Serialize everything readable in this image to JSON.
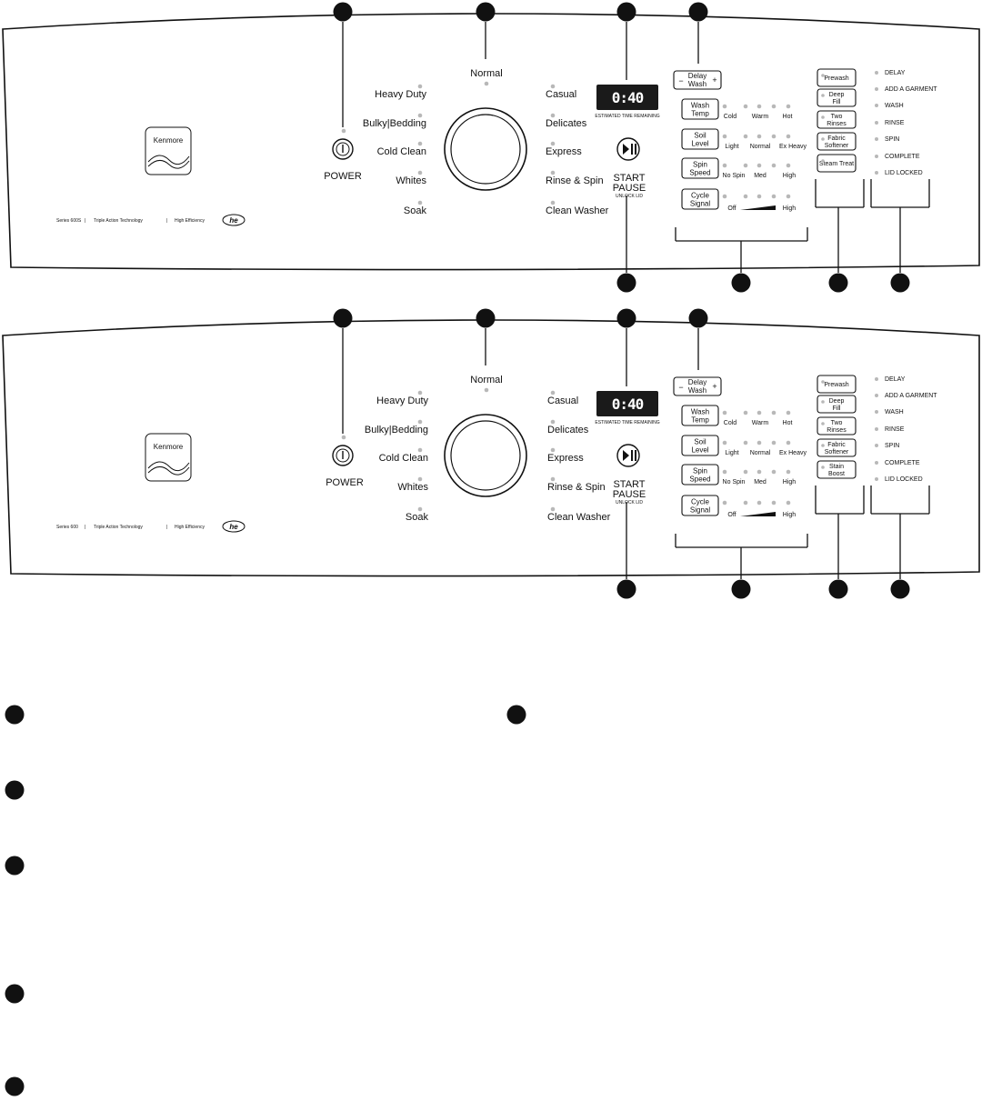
{
  "panels": [
    {
      "brand": "Kenmore",
      "series": "Series 600S",
      "tech": "Triple Action Technology",
      "efficiency": "High Efficiency",
      "he_logo": "he",
      "power_label": "POWER",
      "cycles_left": [
        "Heavy Duty",
        "Bulky|Bedding",
        "Cold Clean",
        "Whites",
        "Soak"
      ],
      "cycle_top": "Normal",
      "cycles_right": [
        "Casual",
        "Delicates",
        "Express",
        "Rinse & Spin",
        "Clean Washer"
      ],
      "display_value": "0:40",
      "display_caption": "ESTIMATED TIME REMAINING",
      "start_label": "START",
      "pause_label": "PAUSE",
      "unlock_label": "UNLOCK LID",
      "delay_label": [
        "Delay",
        "Wash"
      ],
      "wash_temp": {
        "label": [
          "Wash",
          "Temp"
        ],
        "levels": [
          "Cold",
          "Warm",
          "Hot"
        ]
      },
      "soil_level": {
        "label": [
          "Soil",
          "Level"
        ],
        "levels": [
          "Light",
          "Normal",
          "Ex Heavy"
        ]
      },
      "spin_speed": {
        "label": [
          "Spin",
          "Speed"
        ],
        "levels": [
          "No Spin",
          "Med",
          "High"
        ]
      },
      "cycle_signal": {
        "label": [
          "Cycle",
          "Signal"
        ],
        "levels": [
          "Off",
          "High"
        ]
      },
      "options": [
        [
          "Prewash"
        ],
        [
          "Deep",
          "Fill"
        ],
        [
          "Two",
          "Rinses"
        ],
        [
          "Fabric",
          "Softener"
        ],
        [
          "Steam Treat"
        ]
      ],
      "status": [
        "DELAY",
        "ADD A GARMENT",
        "WASH",
        "RINSE",
        "SPIN",
        "COMPLETE",
        "LID LOCKED"
      ]
    },
    {
      "brand": "Kenmore",
      "series": "Series 600",
      "tech": "Triple Action Technology",
      "efficiency": "High Efficiency",
      "he_logo": "he",
      "power_label": "POWER",
      "cycles_left": [
        "Heavy Duty",
        "Bulky|Bedding",
        "Cold Clean",
        "Whites",
        "Soak"
      ],
      "cycle_top": "Normal",
      "cycles_right": [
        "Casual",
        "Delicates",
        "Express",
        "Rinse & Spin",
        "Clean Washer"
      ],
      "display_value": "0:40",
      "display_caption": "ESTIMATED TIME REMAINING",
      "start_label": "START",
      "pause_label": "PAUSE",
      "unlock_label": "UNLOCK LID",
      "delay_label": [
        "Delay",
        "Wash"
      ],
      "wash_temp": {
        "label": [
          "Wash",
          "Temp"
        ],
        "levels": [
          "Cold",
          "Warm",
          "Hot"
        ]
      },
      "soil_level": {
        "label": [
          "Soil",
          "Level"
        ],
        "levels": [
          "Light",
          "Normal",
          "Ex Heavy"
        ]
      },
      "spin_speed": {
        "label": [
          "Spin",
          "Speed"
        ],
        "levels": [
          "No Spin",
          "Med",
          "High"
        ]
      },
      "cycle_signal": {
        "label": [
          "Cycle",
          "Signal"
        ],
        "levels": [
          "Off",
          "High"
        ]
      },
      "options": [
        [
          "Prewash"
        ],
        [
          "Deep",
          "Fill"
        ],
        [
          "Two",
          "Rinses"
        ],
        [
          "Fabric",
          "Softener"
        ],
        [
          "Stain",
          "Boost"
        ]
      ],
      "status": [
        "DELAY",
        "ADD A GARMENT",
        "WASH",
        "RINSE",
        "SPIN",
        "COMPLETE",
        "LID LOCKED"
      ]
    }
  ],
  "callout_marker_color": "#111111",
  "indicator_color": "#b8b8b8",
  "display_color": "#1a1a1a"
}
